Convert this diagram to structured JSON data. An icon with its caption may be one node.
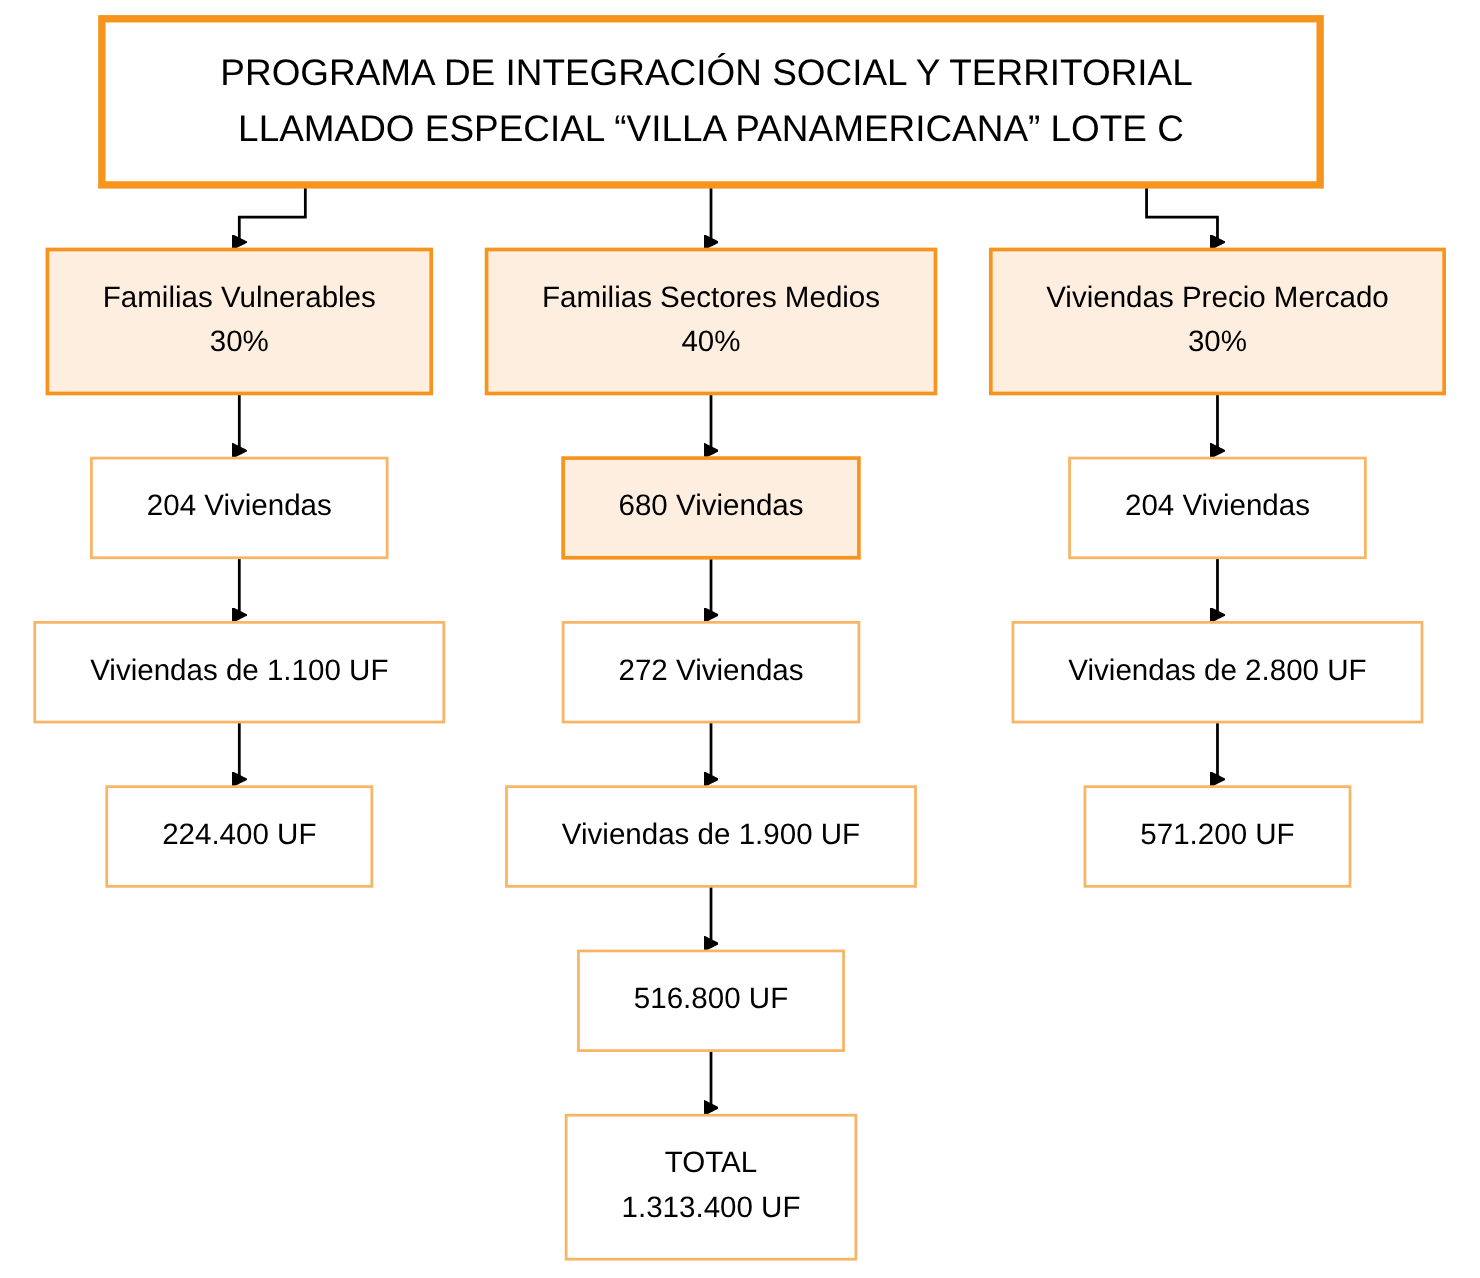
{
  "diagram": {
    "nodes": [
      {
        "text": [
          "PROGRAMA DE INTEGRACIÓN SOCIAL Y TERRITORIAL LLAMADO ESPECIAL “VILLA PANAMERICANA” LOTE C"
        ]
      },
      {
        "text": [
          "Familias Vulnerables",
          "30%"
        ]
      },
      {
        "text": [
          "Familias Sectores Medios",
          "40%"
        ]
      },
      {
        "text": [
          "Viviendas Precio Mercado",
          "30%"
        ]
      },
      {
        "text": [
          "680 Viviendas"
        ]
      },
      {
        "text": [
          "204 Viviendas"
        ]
      },
      {
        "text": [
          "Viviendas de 1.100 UF"
        ]
      },
      {
        "text": [
          "224.400 UF"
        ]
      },
      {
        "text": [
          "272 Viviendas"
        ]
      },
      {
        "text": [
          "Viviendas de 1.900  UF"
        ]
      },
      {
        "text": [
          "516.800 UF"
        ]
      },
      {
        "text": [
          "TOTAL",
          "1.313.400 UF"
        ]
      },
      {
        "text": [
          "204 Viviendas"
        ]
      },
      {
        "text": [
          "Viviendas de 2.800 UF"
        ]
      },
      {
        "text": [
          "571.200 UF"
        ]
      }
    ],
    "edges": [
      {
        "from": 0,
        "to": 1,
        "arrow": "to"
      },
      {
        "from": 0,
        "to": 2,
        "arrow": "to"
      },
      {
        "from": 0,
        "to": 3,
        "arrow": "to"
      },
      {
        "from": 1,
        "to": 5,
        "arrow": "to"
      },
      {
        "from": 5,
        "to": 6,
        "arrow": "to"
      },
      {
        "from": 6,
        "to": 7,
        "arrow": "to"
      },
      {
        "from": 2,
        "to": 4,
        "arrow": "to"
      },
      {
        "from": 4,
        "to": 8,
        "arrow": "to"
      },
      {
        "from": 8,
        "to": 9,
        "arrow": "to"
      },
      {
        "from": 9,
        "to": 10,
        "arrow": "to"
      },
      {
        "from": 10,
        "to": 11,
        "arrow": "to"
      },
      {
        "from": 3,
        "to": 12,
        "arrow": "to"
      },
      {
        "from": 12,
        "to": 13,
        "arrow": "to"
      },
      {
        "from": 13,
        "to": 14,
        "arrow": "to"
      }
    ]
  }
}
